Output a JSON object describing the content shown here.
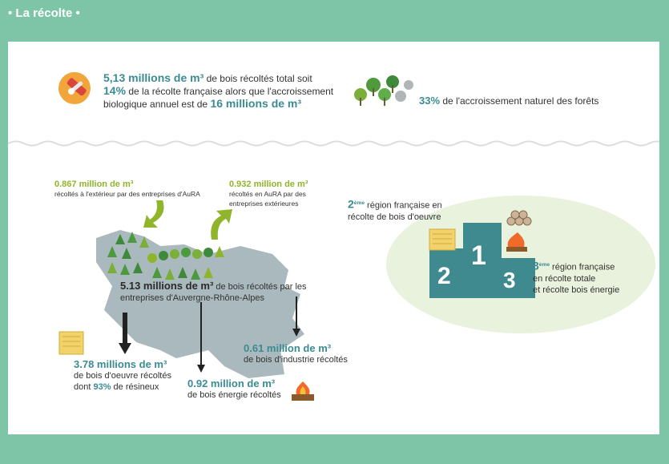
{
  "header": {
    "title": "• La récolte •"
  },
  "top": {
    "left": {
      "icon": "chainsaw-icon",
      "value1": "5,13 millions de m³",
      "text1": " de bois récoltés total soit",
      "pct": "14%",
      "text2": " de la récolte française alors que l'accroissement",
      "text3": "biologique annuel est de ",
      "value2": "16 millions de m³"
    },
    "right": {
      "icon": "forest-icon",
      "pct": "33%",
      "text": " de l'accroissement naturel des forêts"
    }
  },
  "flows": {
    "out": {
      "value": "0.867 million de m³",
      "desc": "récoltés à l'extérieur par des entreprises  d'AuRA"
    },
    "in": {
      "value": "0.932 million de m³",
      "desc1": "récoltés en AuRA par des",
      "desc2": "entreprises extérieures"
    }
  },
  "map": {
    "value": "5.13 millions de m³",
    "text1": " de bois récoltés par les",
    "text2": "entreprises d'Auvergne-Rhône-Alpes"
  },
  "breakdown": {
    "oeuvre": {
      "value": "3.78 millions de m³",
      "line1": "de bois d'oeuvre récoltés",
      "line2a": "dont ",
      "pct": "93%",
      "line2b": " de résineux"
    },
    "energie": {
      "value": "0.92 million de m³",
      "line1": "de bois énergie récoltés"
    },
    "industrie": {
      "value": "0.61 million de m³",
      "line1": "de bois d'industrie récoltés"
    }
  },
  "ranking": {
    "second": {
      "rank": "2",
      "sup": "ème",
      "line1": " région française en",
      "line2": "récolte de bois d'oeuvre"
    },
    "third": {
      "rank": "3",
      "sup": "ème",
      "line1": " région française",
      "line2": "en récolte totale",
      "line3": "et récolte bois énergie"
    },
    "podium": {
      "p1": "1",
      "p2": "2",
      "p3": "3"
    }
  },
  "colors": {
    "background": "#7ec4a6",
    "teal": "#3a8b92",
    "lime": "#8fb52b",
    "map": "#a9b9bd",
    "ellipse": "#e8f2dc",
    "podium": "#3f8a8f"
  }
}
